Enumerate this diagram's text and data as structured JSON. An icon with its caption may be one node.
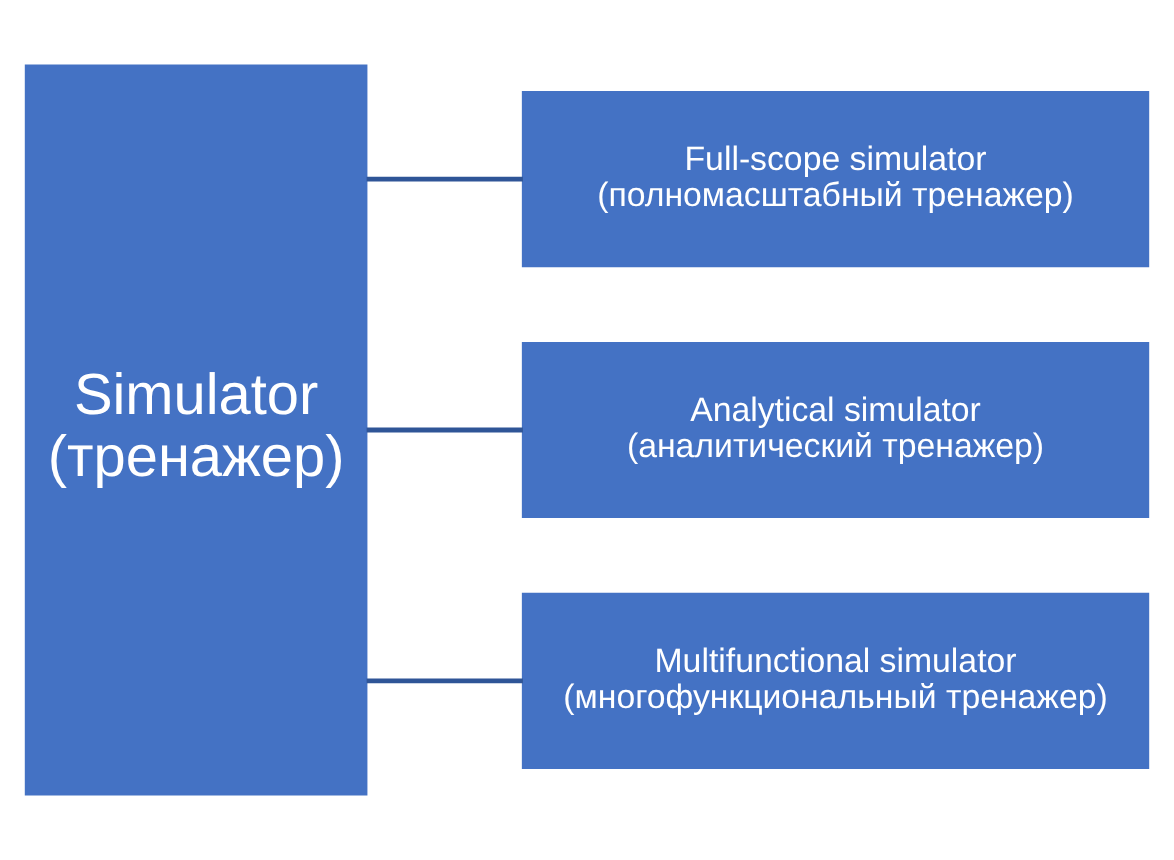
{
  "diagram": {
    "nodes": [
      {
        "text": [
          "Simulator (тренажер)"
        ]
      },
      {
        "text": [
          "Full-scope simulator (полномасштабный тренажер)"
        ]
      },
      {
        "text": [
          "Analytical simulator (аналитический тренажер)"
        ]
      },
      {
        "text": [
          "Multifunctional simulator (многофункциональный тренажер)"
        ]
      }
    ],
    "edges": [
      {
        "from": 0,
        "to": 1,
        "arrow": "none"
      },
      {
        "from": 0,
        "to": 2,
        "arrow": "none"
      },
      {
        "from": 0,
        "to": 3,
        "arrow": "none"
      }
    ]
  }
}
